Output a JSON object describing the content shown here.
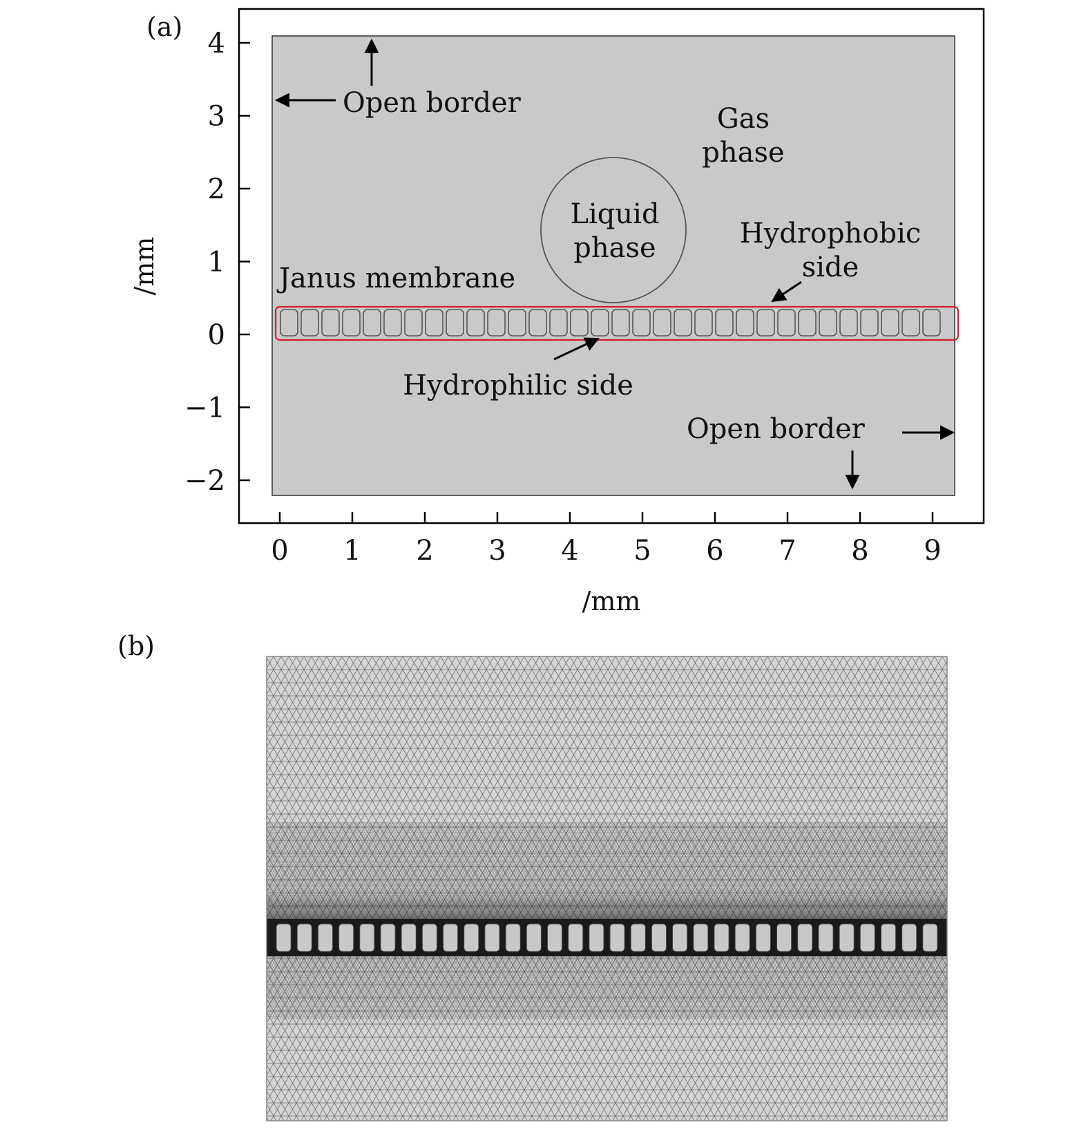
{
  "panel_a": {
    "tag": "(a)",
    "x_axis_label": "/mm",
    "y_axis_label": "/mm",
    "x_ticks": [
      "0",
      "1",
      "2",
      "3",
      "4",
      "5",
      "6",
      "7",
      "8",
      "9"
    ],
    "y_ticks": [
      "4",
      "3",
      "2",
      "1",
      "0",
      "−1",
      "−2"
    ],
    "annotations": {
      "open_border_top": "Open border",
      "open_border_bottom": "Open border",
      "gas_line1": "Gas",
      "gas_line2": "phase",
      "liquid_line1": "Liquid",
      "liquid_line2": "phase",
      "hydrophobic_line1": "Hydrophobic",
      "hydrophobic_line2": "side",
      "janus": "Janus membrane",
      "hydrophilic": "Hydrophilic side"
    },
    "colors": {
      "domain_fill": "#c9c9c9",
      "membrane_outline": "#d0202a",
      "frame": "#000000"
    },
    "pore_count": 32
  },
  "panel_b": {
    "tag": "(b)",
    "colors": {
      "mesh_fill": "#d4d4d4",
      "mesh_line": "#6a6a6a",
      "pore_fill": "#c8c8c8"
    },
    "pore_count": 32
  }
}
